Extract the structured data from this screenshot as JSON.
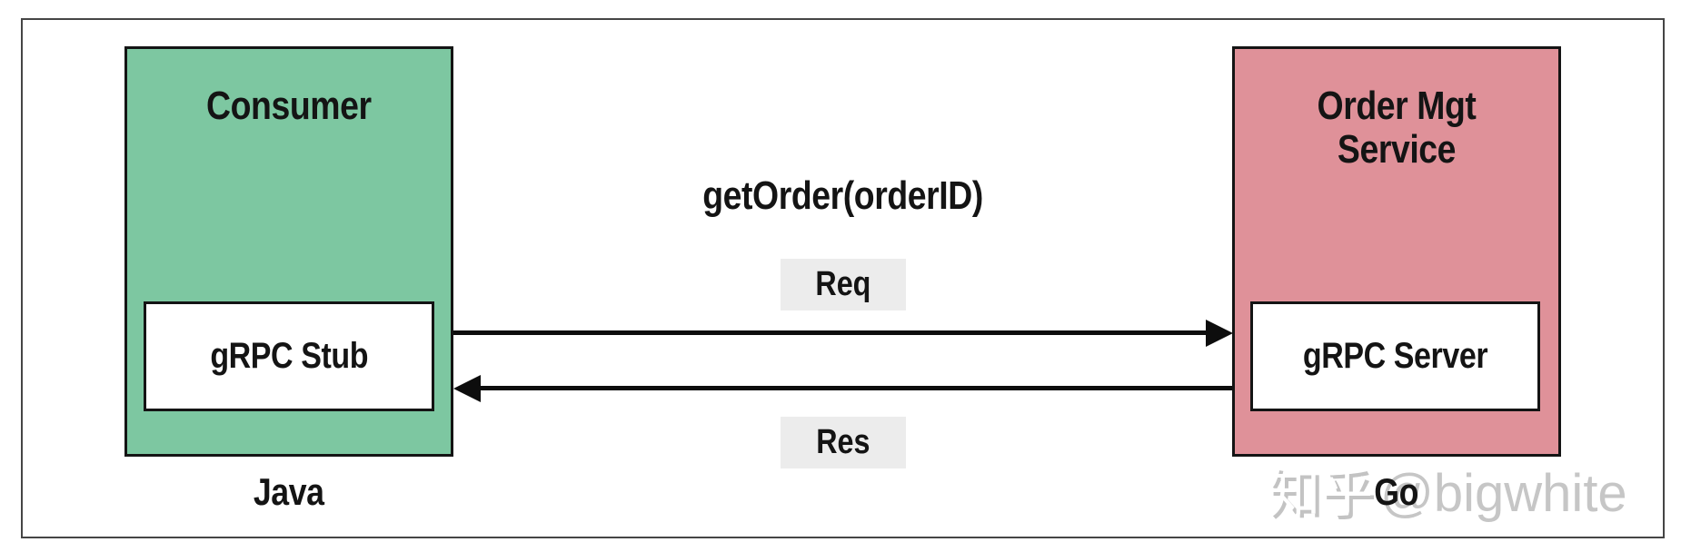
{
  "figure": {
    "type": "rpc-sequence-diagram",
    "call_label": "getOrder(orderID)",
    "request_badge": "Req",
    "response_badge": "Res",
    "consumer": {
      "title": "Consumer",
      "component": "gRPC Stub",
      "language": "Java",
      "fill_color": "#7dc7a1"
    },
    "service": {
      "title": "Order Mgt Service",
      "component": "gRPC Server",
      "language": "Go",
      "fill_color": "#df9199"
    },
    "arrow_color": "#0d0d0d",
    "badge_bg_color": "#ececec",
    "border_color": "#141414"
  },
  "watermark": {
    "site": "知乎",
    "handle": "@bigwhite",
    "color": "#c6c6c6"
  }
}
